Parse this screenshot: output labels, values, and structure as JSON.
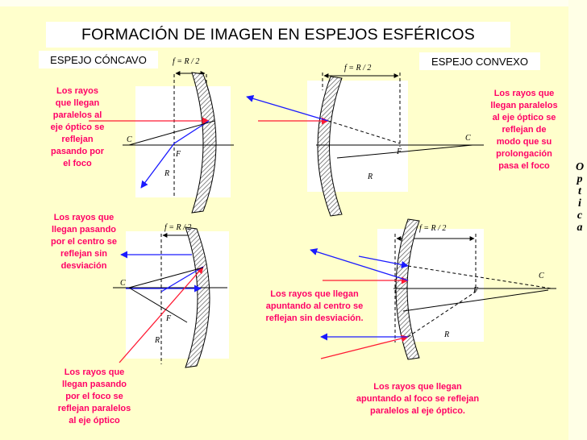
{
  "title": "FORMACIÓN DE IMAGEN EN ESPEJOS ESFÉRICOS",
  "labels": {
    "concave": "ESPEJO CÓNCAVO",
    "convex": "ESPEJO CONVEXO"
  },
  "focal_formula": "f = R / 2",
  "points": {
    "center": "C",
    "focus": "F",
    "radius": "R"
  },
  "notes": {
    "concave_parallel": "Los rayos\nque llegan\nparalelos al\neje óptico se\nreflejan\npasando por\nel foco",
    "concave_center": "Los rayos que\nllegan pasando\npor el centro se\nreflejan sin\ndesviación",
    "concave_focus": "Los rayos que\nllegan pasando\npor el foco se\nreflejan paralelos\nal eje óptico",
    "convex_parallel": "Los rayos que\nllegan paralelos\nal eje óptico se\nreflejan de\nmodo que su\nprolongación\npasa el foco",
    "convex_center": "Los rayos que llegan\napuntando al centro se\nreflejan sin desviación.",
    "convex_focus": "Los rayos que llegan\napuntando al foco se reflejan\nparalelos al eje óptico."
  },
  "side_word": [
    "O",
    "p",
    "t",
    "i",
    "c",
    "a"
  ],
  "colors": {
    "background": "#ffffcc",
    "incident": "#ff1a33",
    "reflected": "#1a1aff",
    "note": "#ff0066"
  }
}
